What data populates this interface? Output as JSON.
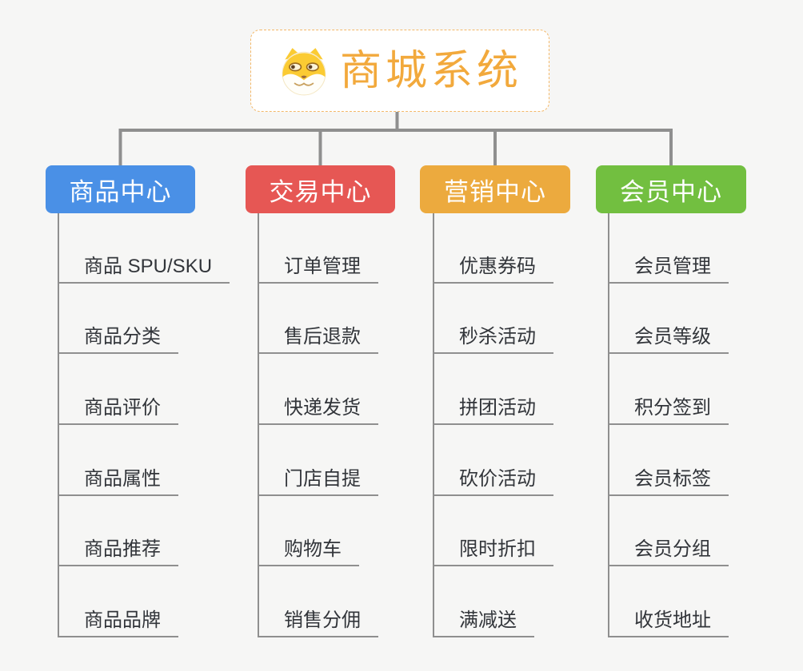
{
  "canvas": {
    "background": "#f6f6f5"
  },
  "lines": {
    "color": "#8f8f8f"
  },
  "root": {
    "title": "商城系统",
    "icon": "dog-face-icon",
    "title_color": "#f2a93c",
    "border_color": "#f3b869"
  },
  "branches": [
    {
      "label": "商品中心",
      "color": "#4a90e6",
      "items": [
        "商品 SPU/SKU",
        "商品分类",
        "商品评价",
        "商品属性",
        "商品推荐",
        "商品品牌"
      ]
    },
    {
      "label": "交易中心",
      "color": "#e65754",
      "items": [
        "订单管理",
        "售后退款",
        "快递发货",
        "门店自提",
        "购物车",
        "销售分佣"
      ]
    },
    {
      "label": "营销中心",
      "color": "#ecaa3e",
      "items": [
        "优惠券码",
        "秒杀活动",
        "拼团活动",
        "砍价活动",
        "限时折扣",
        "满减送"
      ]
    },
    {
      "label": "会员中心",
      "color": "#72bf40",
      "items": [
        "会员管理",
        "会员等级",
        "积分签到",
        "会员标签",
        "会员分组",
        "收货地址"
      ]
    }
  ]
}
